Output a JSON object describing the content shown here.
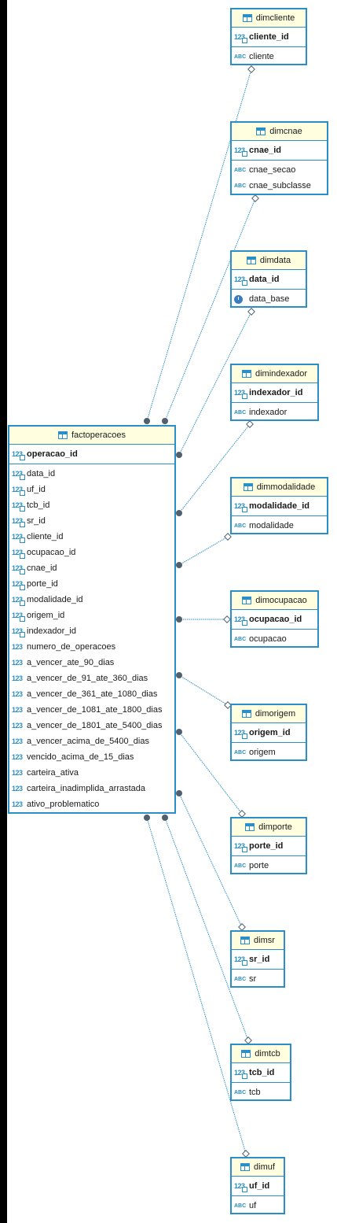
{
  "entities": {
    "fact": {
      "name": "factoperacoes",
      "pk": "operacao_id",
      "columns": [
        "data_id",
        "uf_id",
        "tcb_id",
        "sr_id",
        "cliente_id",
        "ocupacao_id",
        "cnae_id",
        "porte_id",
        "modalidade_id",
        "origem_id",
        "indexador_id",
        "numero_de_operacoes",
        "a_vencer_ate_90_dias",
        "a_vencer_de_91_ate_360_dias",
        "a_vencer_de_361_ate_1080_dias",
        "a_vencer_de_1081_ate_1800_dias",
        "a_vencer_de_1801_ate_5400_dias",
        "a_vencer_acima_de_5400_dias",
        "vencido_acima_de_15_dias",
        "carteira_ativa",
        "carteira_inadimplida_arrastada",
        "ativo_problematico"
      ]
    },
    "dimcliente": {
      "name": "dimcliente",
      "pk": "cliente_id",
      "columns": [
        "cliente"
      ]
    },
    "dimcnae": {
      "name": "dimcnae",
      "pk": "cnae_id",
      "columns": [
        "cnae_secao",
        "cnae_subclasse"
      ]
    },
    "dimdata": {
      "name": "dimdata",
      "pk": "data_id",
      "columns": [
        "data_base"
      ]
    },
    "dimindexador": {
      "name": "dimindexador",
      "pk": "indexador_id",
      "columns": [
        "indexador"
      ]
    },
    "dimmodalidade": {
      "name": "dimmodalidade",
      "pk": "modalidade_id",
      "columns": [
        "modalidade"
      ]
    },
    "dimocupacao": {
      "name": "dimocupacao",
      "pk": "ocupacao_id",
      "columns": [
        "ocupacao"
      ]
    },
    "dimorigem": {
      "name": "dimorigem",
      "pk": "origem_id",
      "columns": [
        "origem"
      ]
    },
    "dimporte": {
      "name": "dimporte",
      "pk": "porte_id",
      "columns": [
        "porte"
      ]
    },
    "dimsr": {
      "name": "dimsr",
      "pk": "sr_id",
      "columns": [
        "sr"
      ]
    },
    "dimtcb": {
      "name": "dimtcb",
      "pk": "tcb_id",
      "columns": [
        "tcb"
      ]
    },
    "dimuf": {
      "name": "dimuf",
      "pk": "uf_id",
      "columns": [
        "uf"
      ]
    }
  },
  "icons": {
    "numeric": "123",
    "text": "ABC",
    "datetime": "clock-icon",
    "table": "table-icon"
  },
  "colors": {
    "border": "#2a8fc7",
    "header_bg": "#ffffe0",
    "link": "#2a8fc7",
    "dot": "#50606e"
  }
}
